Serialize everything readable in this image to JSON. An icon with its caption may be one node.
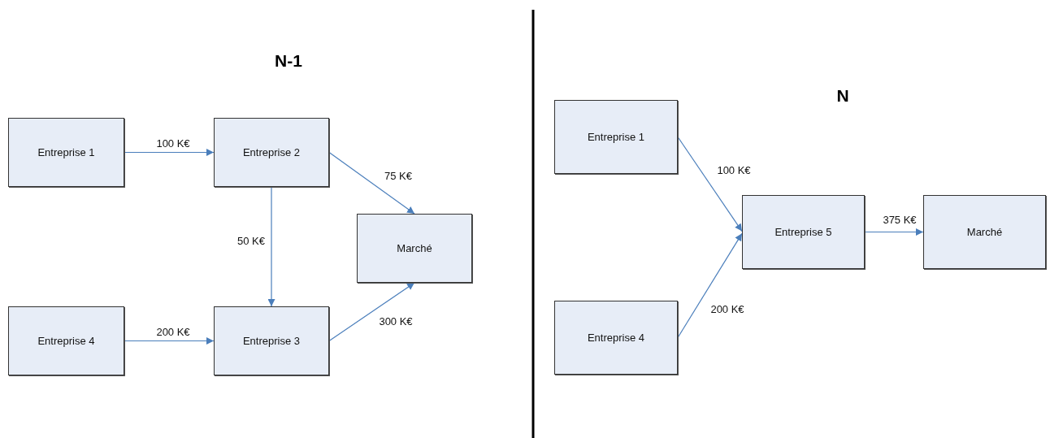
{
  "diagram": {
    "nodes": [
      {
        "text": [
          "Entreprise 1"
        ]
      },
      {
        "text": [
          "Entreprise 2"
        ]
      },
      {
        "text": [
          "Marché"
        ]
      },
      {
        "text": [
          "Entreprise 4"
        ]
      },
      {
        "text": [
          "Entreprise 3"
        ]
      },
      {
        "text": [
          "Entreprise 1"
        ]
      },
      {
        "text": [
          "Entreprise 5"
        ]
      },
      {
        "text": [
          "Marché"
        ]
      },
      {
        "text": [
          "Entreprise 4"
        ]
      }
    ],
    "edges": [
      {
        "from": 0,
        "to": 1,
        "arrow": "to",
        "label": "100 K€"
      },
      {
        "from": 1,
        "to": 2,
        "arrow": "to",
        "label": "75 K€"
      },
      {
        "from": 1,
        "to": 4,
        "arrow": "to",
        "label": "50 K€"
      },
      {
        "from": 3,
        "to": 4,
        "arrow": "to",
        "label": "200 K€"
      },
      {
        "from": 4,
        "to": 2,
        "arrow": "to",
        "label": "300 K€"
      },
      {
        "from": 5,
        "to": 6,
        "arrow": "to",
        "label": "100 K€"
      },
      {
        "from": 8,
        "to": 6,
        "arrow": "to",
        "label": "200 K€"
      },
      {
        "from": 6,
        "to": 7,
        "arrow": "to",
        "label": "375 K€"
      }
    ],
    "labels": [
      "N-1",
      "N"
    ]
  }
}
